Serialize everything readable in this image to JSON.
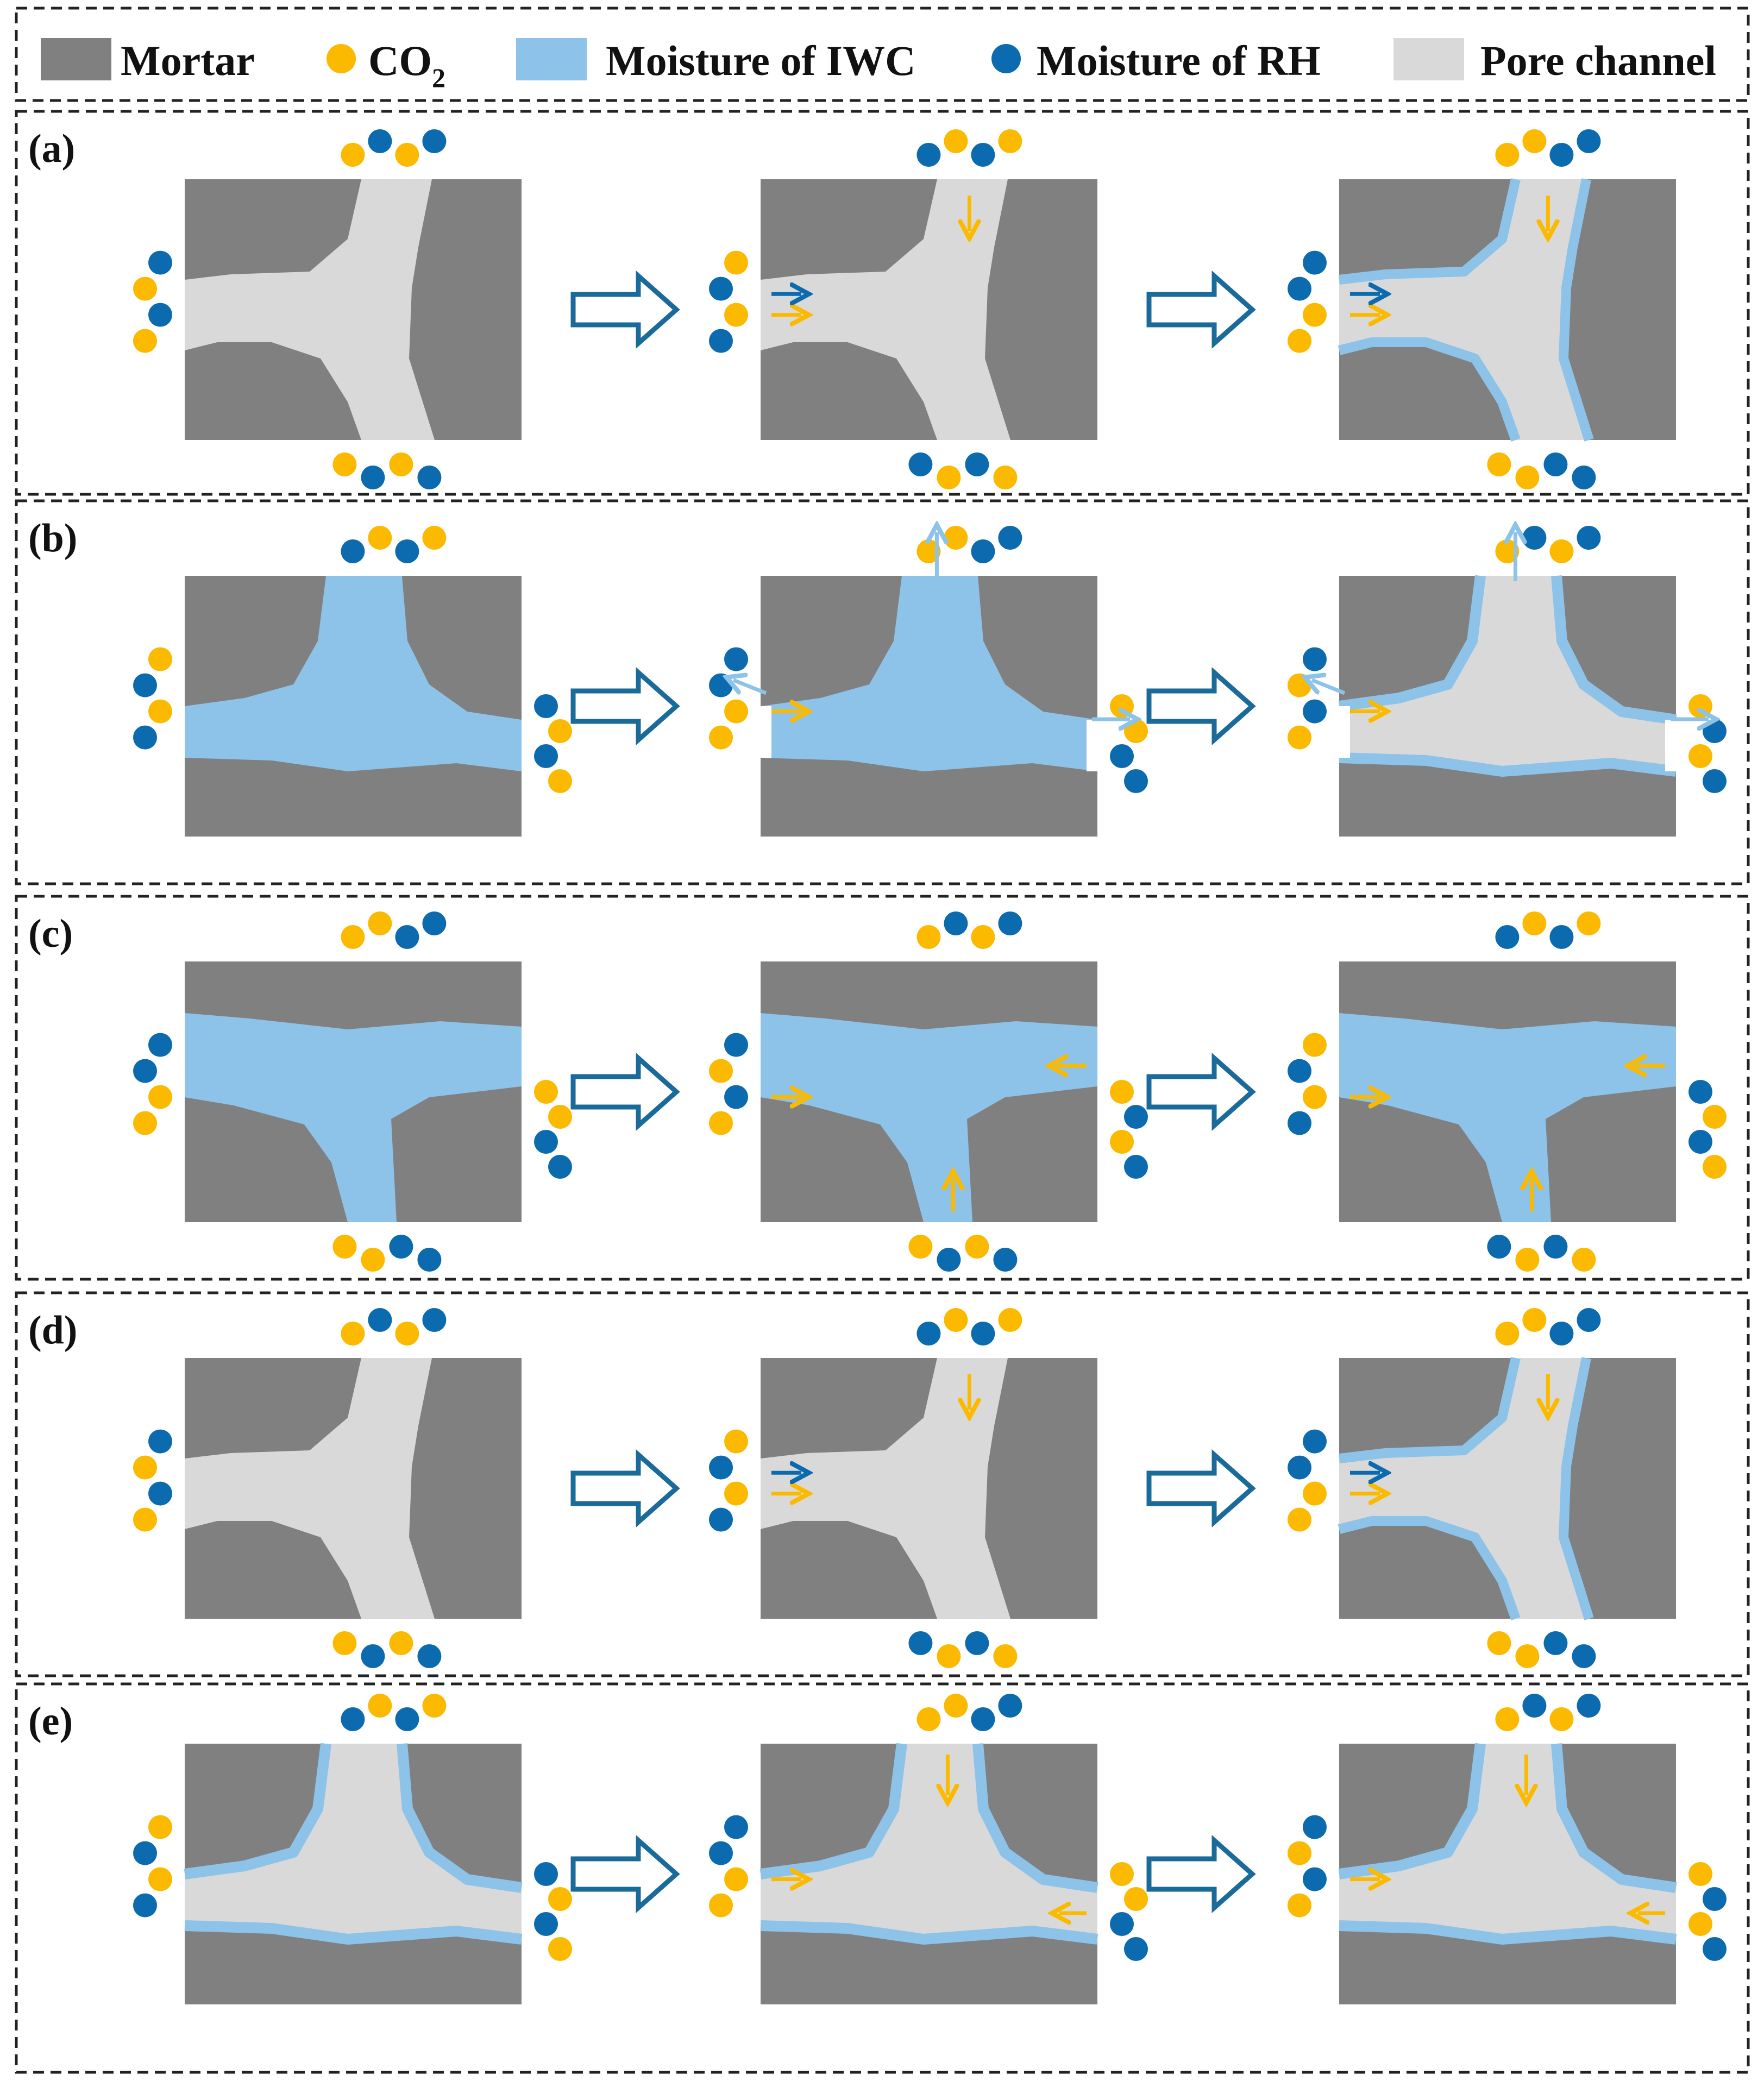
{
  "colors": {
    "mortar": "#808080",
    "co2": "#FBBA00",
    "moisture_iwc": "#8DC3E8",
    "moisture_rh": "#0C6BAE",
    "pore_channel": "#D9D9D9",
    "arrow_outline": "#1A6B9A"
  },
  "legend": {
    "mortar": "Mortar",
    "co2": "CO",
    "co2_subscript": "2",
    "moisture_iwc": "Moisture of IWC",
    "moisture_rh": "Moisture of RH",
    "pore_channel": "Pore channel"
  },
  "panels": [
    {
      "label": "(a)"
    },
    {
      "label": "(b)"
    },
    {
      "label": "(c)"
    },
    {
      "label": "(d)"
    },
    {
      "label": "(e)"
    }
  ]
}
